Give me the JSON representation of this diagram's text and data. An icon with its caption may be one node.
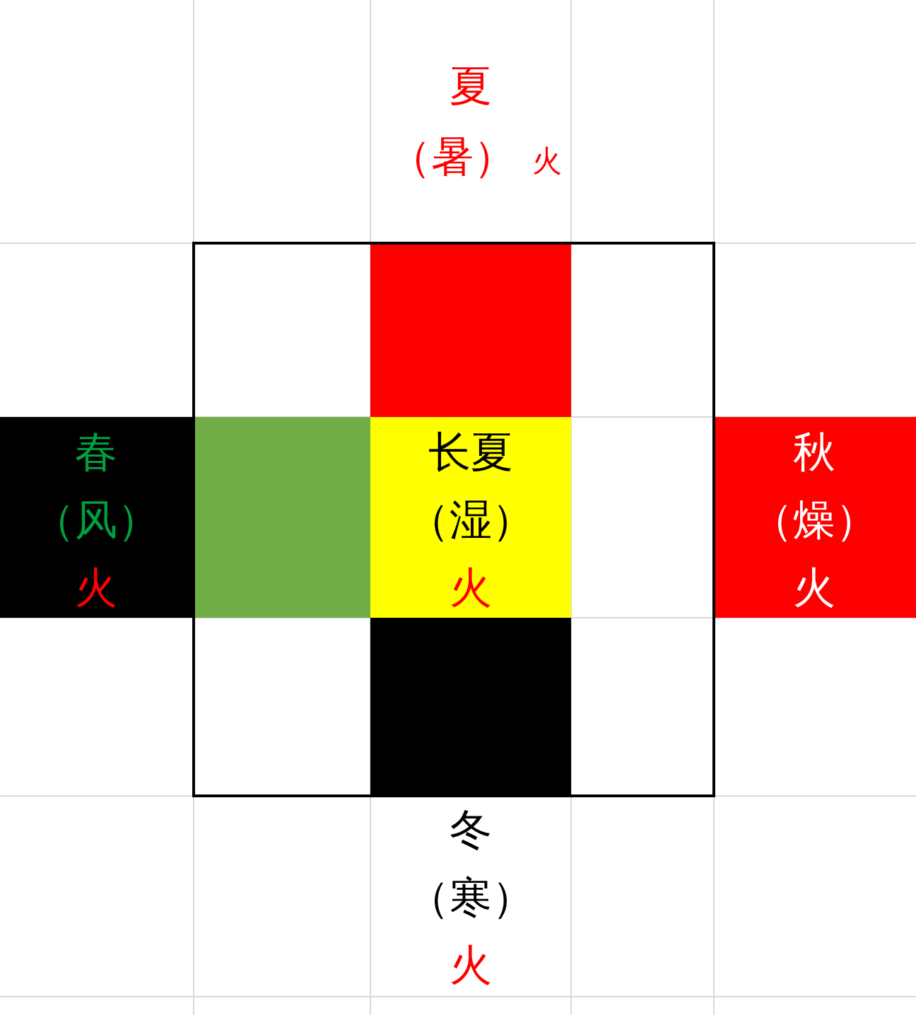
{
  "diagram": {
    "nodes": [
      {
        "text": [
          "夏",
          "（暑）",
          "火"
        ]
      },
      {
        "text": [],
        "shape": "box"
      },
      {
        "text": [
          "春",
          "（风）",
          "火"
        ]
      },
      {
        "text": [],
        "shape": "box"
      },
      {
        "text": [
          "长夏",
          "（湿）",
          "火"
        ]
      },
      {
        "text": [
          "秋",
          "（燥）",
          "火"
        ]
      },
      {
        "text": [],
        "shape": "box"
      },
      {
        "text": [
          "冬",
          "（寒）",
          "火"
        ]
      }
    ],
    "edges": []
  }
}
